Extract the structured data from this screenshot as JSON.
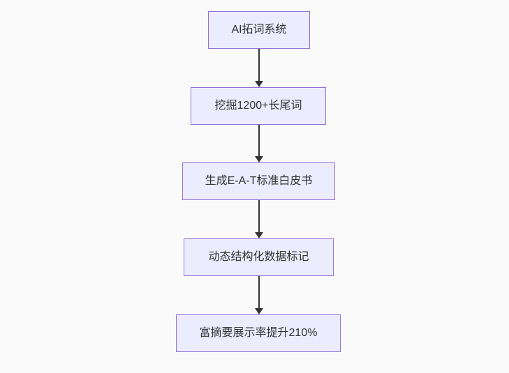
{
  "flowchart": {
    "type": "flowchart",
    "direction": "top-down",
    "nodes": [
      {
        "id": "node-0",
        "label": "AI拓词系统"
      },
      {
        "id": "node-1",
        "label": "挖掘1200+长尾词"
      },
      {
        "id": "node-2",
        "label": "生成E-A-T标准白皮书"
      },
      {
        "id": "node-3",
        "label": "动态结构化数据标记"
      },
      {
        "id": "node-4",
        "label": "富摘要展示率提升210%"
      }
    ],
    "edges": [
      {
        "from": "node-0",
        "to": "node-1",
        "style": "arrow-down"
      },
      {
        "from": "node-1",
        "to": "node-2",
        "style": "arrow-down"
      },
      {
        "from": "node-2",
        "to": "node-3",
        "style": "arrow-down"
      },
      {
        "from": "node-3",
        "to": "node-4",
        "style": "arrow-down"
      }
    ],
    "colors": {
      "node_fill": "#ECECFF",
      "node_border": "#9370DB",
      "node_text": "#333333",
      "arrow": "#333333",
      "background": "#fafafa"
    }
  }
}
